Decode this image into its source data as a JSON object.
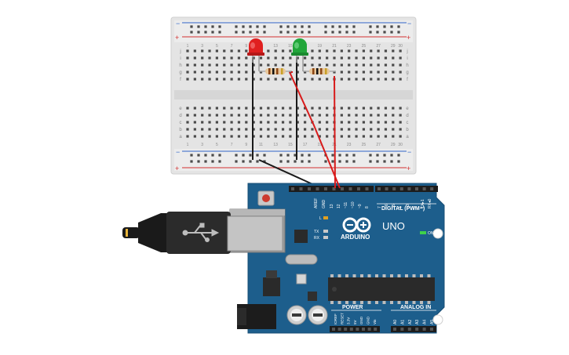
{
  "breadboard": {
    "column_labels_top": [
      "1",
      "",
      "3",
      "",
      "5",
      "",
      "7",
      "",
      "9",
      "",
      "11",
      "",
      "13",
      "",
      "15",
      "",
      "17",
      "",
      "19",
      "",
      "21",
      "",
      "23",
      "",
      "25",
      "",
      "27",
      "",
      "29",
      "30"
    ],
    "row_labels_upper": [
      "j",
      "i",
      "h",
      "g",
      "f"
    ],
    "row_labels_lower": [
      "e",
      "d",
      "c",
      "b",
      "a"
    ],
    "rail_plus": "+",
    "rail_minus": "−"
  },
  "components": {
    "led_red_color": "#e02020",
    "led_green_color": "#22a63a",
    "wire_red_color": "#d81b1b",
    "wire_black_color": "#1a1a1a"
  },
  "arduino": {
    "brand": "ARDUINO",
    "model": "UNO",
    "label_digital": "DIGITAL (PWM~)",
    "label_power": "POWER",
    "label_analog": "ANALOG IN",
    "label_on": "ON",
    "label_l": "L",
    "label_tx": "TX",
    "label_rx": "RX",
    "label_aref": "AREF",
    "label_gnd": "GND",
    "digital_pins": [
      "13",
      "12",
      "~11",
      "~10",
      "~9",
      "8",
      "7",
      "~6",
      "~5",
      "4",
      "~3",
      "2",
      "TX▸1",
      "RX◂0"
    ],
    "power_pins": [
      "IOREF",
      "RESET",
      "3.3V",
      "5V",
      "GND",
      "GND",
      "Vin"
    ],
    "analog_pins": [
      "A0",
      "A1",
      "A2",
      "A3",
      "A4",
      "A5"
    ],
    "board_color": "#1d5e8c"
  }
}
